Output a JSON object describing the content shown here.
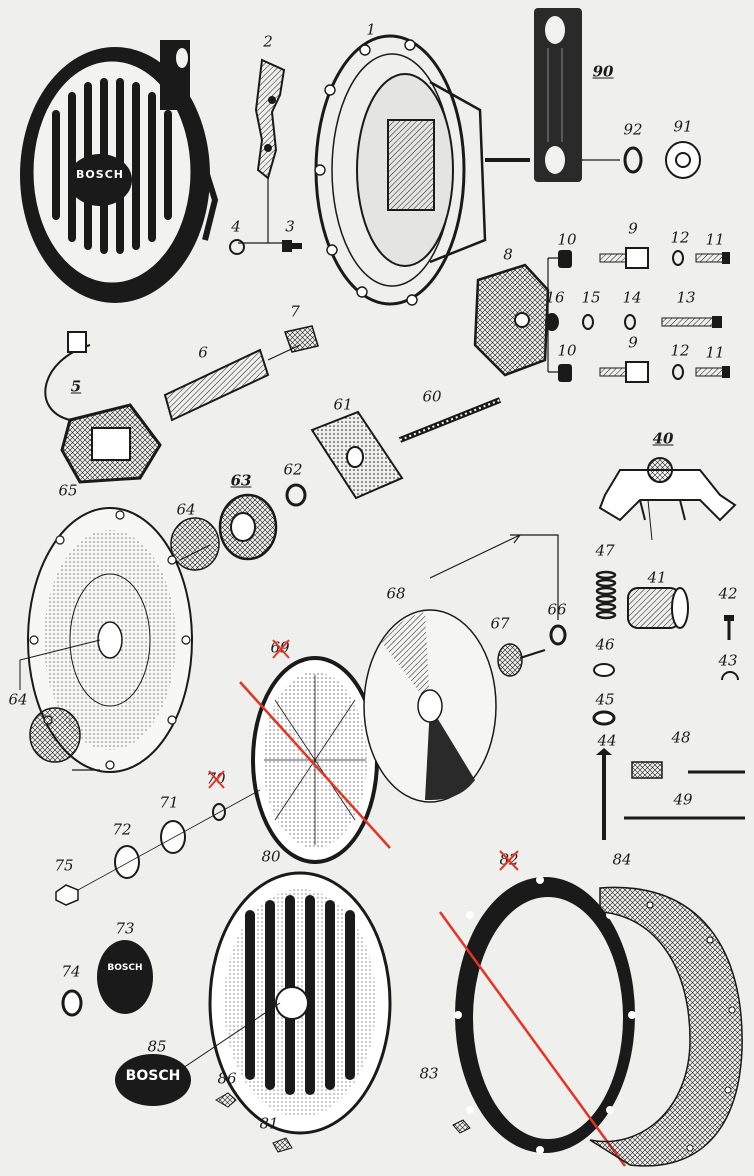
{
  "diagram": {
    "colors": {
      "ink": "#1a1a1a",
      "paper": "#efefed",
      "strike": "#e63323"
    },
    "brand_text": "BOSCH",
    "labels": {
      "n1": "1",
      "n2": "2",
      "n3": "3",
      "n4": "4",
      "n5": "5",
      "n6": "6",
      "n7": "7",
      "n8": "8",
      "n9a": "9",
      "n9b": "9",
      "n10a": "10",
      "n10b": "10",
      "n11a": "11",
      "n11b": "11",
      "n12a": "12",
      "n12b": "12",
      "n13": "13",
      "n14": "14",
      "n15": "15",
      "n16": "16",
      "n40": "40",
      "n41": "41",
      "n42": "42",
      "n43": "43",
      "n44": "44",
      "n45": "45",
      "n46": "46",
      "n47": "47",
      "n48": "48",
      "n49": "49",
      "n60": "60",
      "n61": "61",
      "n62": "62",
      "n63": "63",
      "n64a": "64",
      "n64b": "64",
      "n65": "65",
      "n66": "66",
      "n67": "67",
      "n68": "68",
      "n69": "69",
      "n70": "70",
      "n71": "71",
      "n72": "72",
      "n73": "73",
      "n74": "74",
      "n75": "75",
      "n80": "80",
      "n81": "81",
      "n82": "82",
      "n83": "83",
      "n84": "84",
      "n85": "85",
      "n86": "86",
      "n90": "90",
      "n91": "91",
      "n92": "92"
    }
  }
}
